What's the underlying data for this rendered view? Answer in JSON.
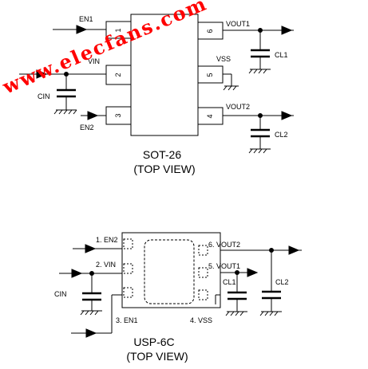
{
  "sot26": {
    "title": "SOT-26",
    "subtitle": "(TOP VIEW)",
    "pins": {
      "p1": "1",
      "p2": "2",
      "p3": "3",
      "p4": "4",
      "p5": "5",
      "p6": "6"
    },
    "labels": {
      "en1": "EN1",
      "vin": "VIN",
      "cin": "CIN",
      "en2": "EN2",
      "vout1": "VOUT1",
      "vss": "VSS",
      "vout2": "VOUT2",
      "cl1": "CL1",
      "cl2": "CL2"
    }
  },
  "usp6c": {
    "title": "USP-6C",
    "subtitle": "(TOP VIEW)",
    "labels": {
      "pin1": "1. EN2",
      "pin2": "2. VIN",
      "pin3": "3. EN1",
      "pin4": "4. VSS",
      "pin5": "5. VOUT1",
      "pin6": "6. VOUT2",
      "cin": "CIN",
      "cl1": "CL1",
      "cl2": "CL2"
    }
  },
  "watermark": "www.elecfans.com",
  "colors": {
    "ink": "#000000",
    "watermark": "#ff0000",
    "background": "#ffffff"
  }
}
